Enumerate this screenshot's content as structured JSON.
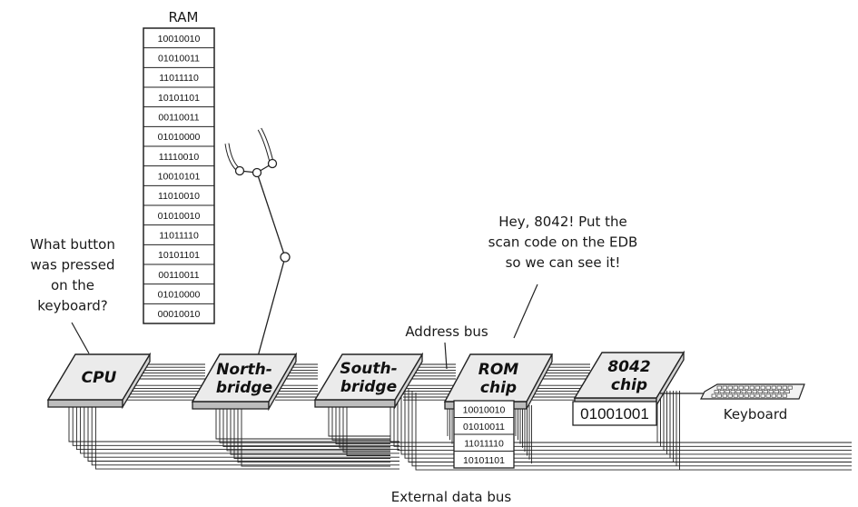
{
  "ram": {
    "title": "RAM",
    "rows": [
      "10010010",
      "01010011",
      "11011110",
      "10101101",
      "00110011",
      "01010000",
      "11110010",
      "10010101",
      "11010010",
      "01010010",
      "11011110",
      "10101101",
      "00110011",
      "01010000",
      "00010010"
    ]
  },
  "callouts": {
    "cpu_question": [
      "What button",
      "was pressed",
      "on the",
      "keyboard?"
    ],
    "rom_request": [
      "Hey, 8042! Put the",
      "scan code on the EDB",
      "so we can see it!"
    ]
  },
  "chips": {
    "cpu": [
      "CPU"
    ],
    "northbridge": [
      "North-",
      "bridge"
    ],
    "southbridge": [
      "South-",
      "bridge"
    ],
    "rom": [
      "ROM",
      "chip"
    ],
    "kb8042": [
      "8042",
      "chip"
    ]
  },
  "rom_values": [
    "10010010",
    "01010011",
    "11011110",
    "10101101"
  ],
  "chip8042_value": "01001001",
  "labels": {
    "address_bus": "Address bus",
    "external_data_bus": "External data bus",
    "keyboard": "Keyboard"
  }
}
